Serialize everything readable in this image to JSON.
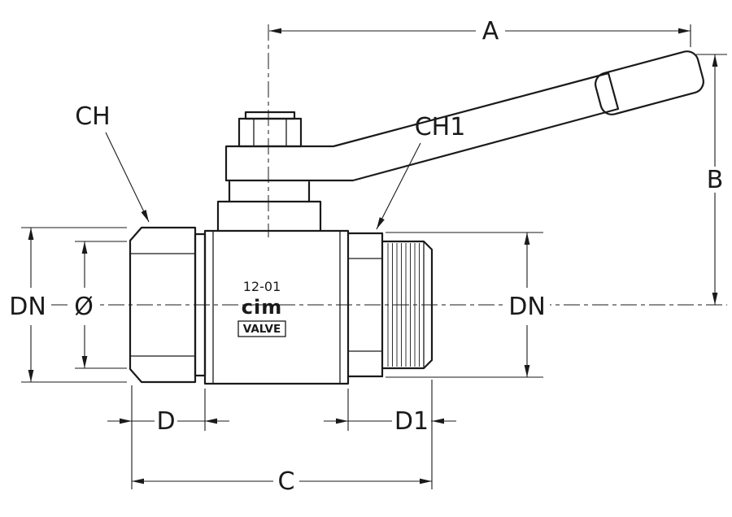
{
  "dimensions": {
    "a": "A",
    "b": "B",
    "c": "C",
    "d": "D",
    "d1": "D1",
    "dn_left": "DN",
    "dn_right": "DN",
    "ch": "CH",
    "ch1": "CH1",
    "diameter": "Ø"
  },
  "markings": {
    "model": "12-01",
    "brand": "cim",
    "type": "VALVE"
  },
  "colors": {
    "line": "#1a1a1a",
    "background": "#ffffff"
  }
}
